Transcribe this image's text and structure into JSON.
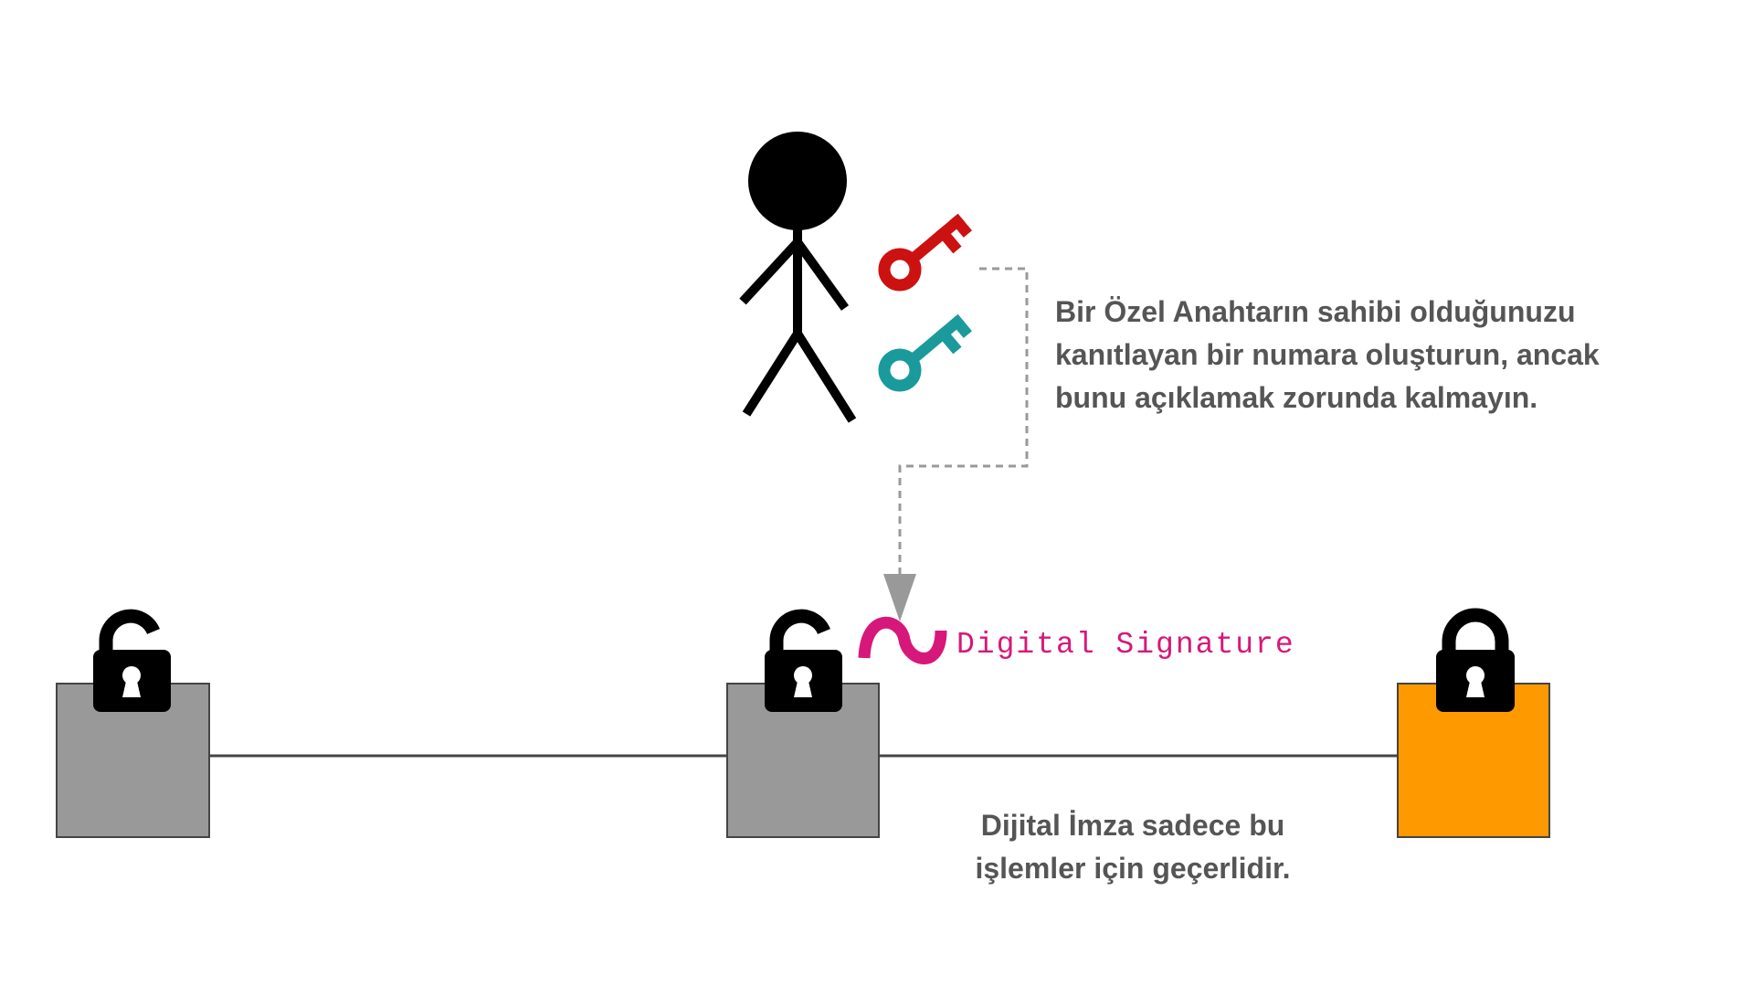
{
  "annotations": {
    "private_key_note": {
      "lines": [
        "Bir Özel Anahtarın sahibi olduğunuzu",
        "kanıtlayan bir numara oluşturun, ancak",
        "bunu açıklamak zorunda kalmayın."
      ]
    },
    "validity_note": {
      "lines": [
        "Dijital İmza sadece bu",
        "işlemler için geçerlidir."
      ]
    }
  },
  "signature": {
    "label": "Digital Signature",
    "color": "#d6187a"
  },
  "keys": [
    {
      "icon": "key-icon",
      "color": "#cc1111"
    },
    {
      "icon": "key-icon",
      "color": "#1a9a9a"
    }
  ],
  "blocks": [
    {
      "color": "#999999",
      "lock": "unlocked"
    },
    {
      "color": "#999999",
      "lock": "unlocked"
    },
    {
      "color": "#ff9900",
      "lock": "locked"
    }
  ],
  "colors": {
    "text": "#555555",
    "connector": "#444444",
    "dashed_arrow": "#999999"
  }
}
